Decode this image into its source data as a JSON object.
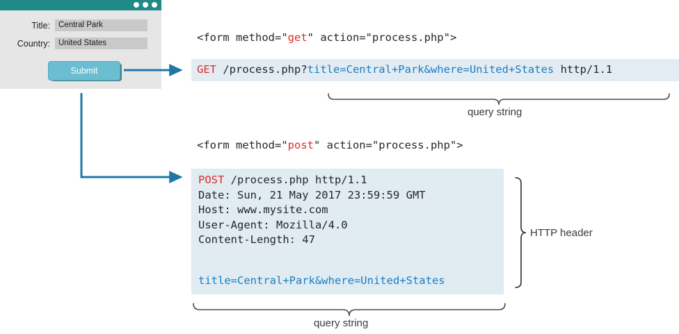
{
  "form_window": {
    "titlebar": {
      "dots": [
        "dot-1",
        "dot-2",
        "dot-3"
      ],
      "color": "#1f8a86"
    },
    "fields": [
      {
        "label": "Title:",
        "value": "Central Park",
        "placeholder": "Title"
      },
      {
        "label": "Country:",
        "value": "United States",
        "placeholder": "Country"
      }
    ],
    "submit_label": "Submit",
    "submit_color": "#6bbdd1"
  },
  "get_example": {
    "form_tag_parts": {
      "before": "<form method=\"",
      "method": "get",
      "after": "\" action=\"process.php\">"
    },
    "request": {
      "method": "GET",
      "path": " /process.php?",
      "query_string": "title=Central+Park&where=United+States",
      "protocol": " http/1.1"
    },
    "annotation": "query string"
  },
  "post_example": {
    "form_tag_parts": {
      "before": "<form method=\"",
      "method": "post",
      "after": "\" action=\"process.php\">"
    },
    "request": {
      "method": "POST",
      "request_line_rest": " /process.php http/1.1",
      "headers": [
        "Date: Sun, 21 May 2017 23:59:59 GMT",
        "Host: www.mysite.com",
        "User-Agent: Mozilla/4.0",
        "Content-Length: 47"
      ],
      "body": "title=Central+Park&where=United+States"
    },
    "annotations": {
      "header": "HTTP header",
      "query_string": "query string"
    }
  },
  "colors": {
    "teal": "#1f8a86",
    "arrow_blue": "#1f77a8",
    "keyword_red": "#e02b2b",
    "query_blue": "#1a7fc1",
    "code_band": "#e3ecf3"
  }
}
